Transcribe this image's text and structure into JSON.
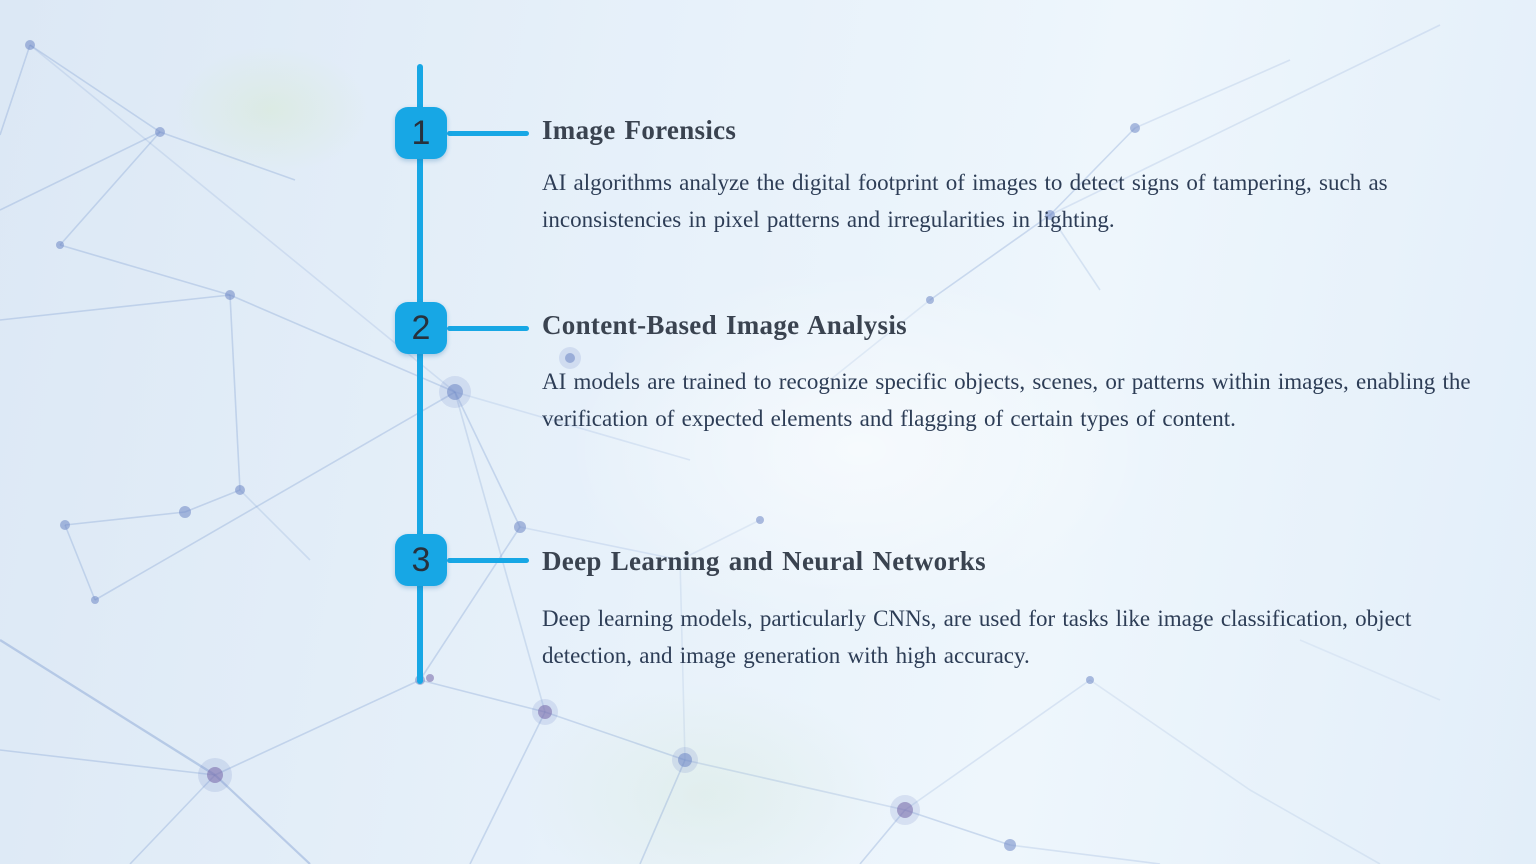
{
  "slide": {
    "items": [
      {
        "number": "1",
        "title": "Image Forensics",
        "description": "AI algorithms analyze the digital footprint of images to detect signs of tampering, such as inconsistencies in pixel patterns and irregularities in lighting."
      },
      {
        "number": "2",
        "title": "Content-Based Image Analysis",
        "description": "AI models are trained to recognize specific objects, scenes, or patterns within images, enabling the verification of expected elements and flagging of certain types of content."
      },
      {
        "number": "3",
        "title": "Deep Learning and Neural Networks",
        "description": "Deep learning models, particularly CNNs, are used for tasks like image classification, object detection, and image generation with high accuracy."
      }
    ],
    "colors": {
      "accent": "#17a7e5",
      "title_text": "#3a4350",
      "body_text": "#2d3d56",
      "badge_number": "#27313d",
      "background_base": "#e7f1fa"
    }
  }
}
